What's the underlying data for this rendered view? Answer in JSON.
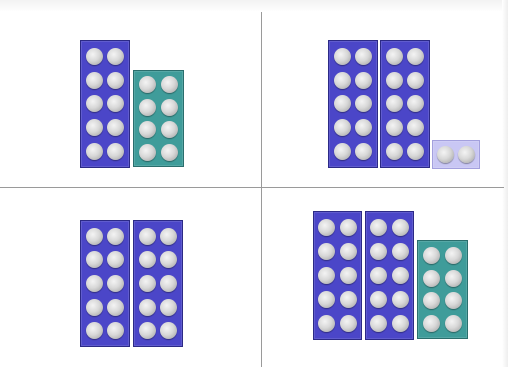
{
  "colors": {
    "ten_rod": "#4b46c8",
    "eight_rod": "#3f9c9a",
    "two_rod": "#c9c7f4",
    "peg": "#d8d8d8",
    "divider": "#9a9a9a"
  },
  "panels": [
    {
      "position": "top-left",
      "rods": [
        {
          "kind": "ten",
          "holes": 10
        },
        {
          "kind": "eight",
          "holes": 8
        }
      ]
    },
    {
      "position": "top-right",
      "rods": [
        {
          "kind": "ten",
          "holes": 10
        },
        {
          "kind": "ten",
          "holes": 10
        },
        {
          "kind": "two",
          "holes": 2
        }
      ]
    },
    {
      "position": "bottom-left",
      "rods": [
        {
          "kind": "ten",
          "holes": 10
        },
        {
          "kind": "ten",
          "holes": 10
        }
      ]
    },
    {
      "position": "bottom-right",
      "rods": [
        {
          "kind": "ten",
          "holes": 10
        },
        {
          "kind": "ten",
          "holes": 10
        },
        {
          "kind": "eight",
          "holes": 8
        }
      ]
    }
  ]
}
